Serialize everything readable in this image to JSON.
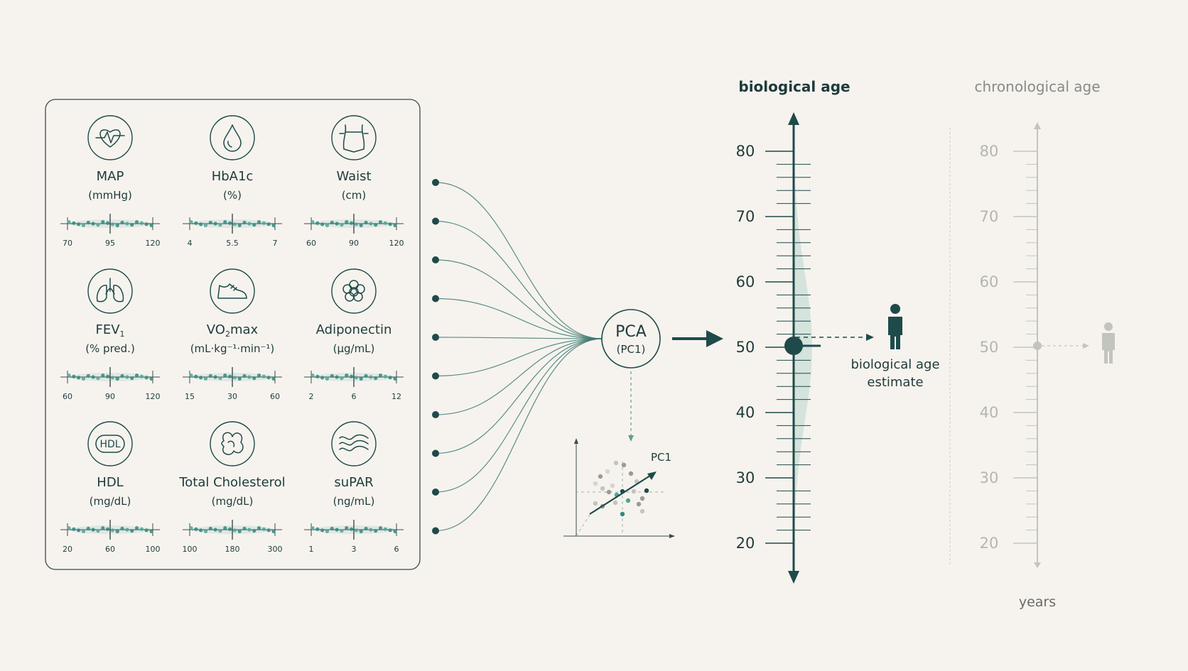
{
  "markers": [
    {
      "icon": "heart-icon",
      "name": "MAP",
      "unit": "(mmHg)",
      "ticks": [
        "70",
        "95",
        "120"
      ]
    },
    {
      "icon": "drop-icon",
      "name": "HbA1c",
      "unit": "(%)",
      "ticks": [
        "4",
        "5.5",
        "7"
      ]
    },
    {
      "icon": "waist-icon",
      "name": "Waist",
      "unit": "(cm)",
      "ticks": [
        "60",
        "90",
        "120"
      ]
    },
    {
      "icon": "lungs-icon",
      "name": "FEV",
      "name_sub": "1",
      "unit": "(% pred.)",
      "ticks": [
        "60",
        "90",
        "120"
      ]
    },
    {
      "icon": "shoe-icon",
      "name": "VO",
      "name_sub": "2",
      "name_tail": "max",
      "unit": "(mL·kg⁻¹·min⁻¹)",
      "ticks": [
        "15",
        "30",
        "60"
      ]
    },
    {
      "icon": "cell-cluster-icon",
      "name": "Adiponectin",
      "unit": "(µg/mL)",
      "ticks": [
        "2",
        "6",
        "12"
      ]
    },
    {
      "icon": "hdl-icon",
      "name": "HDL",
      "unit": "(mg/dL)",
      "ticks": [
        "20",
        "60",
        "100"
      ]
    },
    {
      "icon": "cholesterol-icon",
      "name": "Total Cholesterol",
      "unit": "(mg/dL)",
      "ticks": [
        "100",
        "180",
        "300"
      ]
    },
    {
      "icon": "waves-icon",
      "name": "suPAR",
      "unit": "(ng/mL)",
      "ticks": [
        "1",
        "3",
        "6"
      ]
    }
  ],
  "pca": {
    "title": "PCA",
    "subtitle": "(PC1)",
    "axis_label": "PC1"
  },
  "biological_age": {
    "title": "biological age",
    "ticks": [
      "20",
      "30",
      "40",
      "50",
      "60",
      "70",
      "80"
    ],
    "estimate_value": 50,
    "estimate_label_line1": "biological age",
    "estimate_label_line2": "estimate"
  },
  "chronological_age": {
    "title": "chronological age",
    "ticks": [
      "20",
      "30",
      "40",
      "50",
      "60",
      "70",
      "80"
    ],
    "value": 50,
    "unit_label": "years"
  },
  "colors": {
    "background": "#f6f3ee",
    "primary": "#1e4a4a",
    "accent_teal": "#2e8a7e",
    "muted": "#b5b5b0"
  }
}
